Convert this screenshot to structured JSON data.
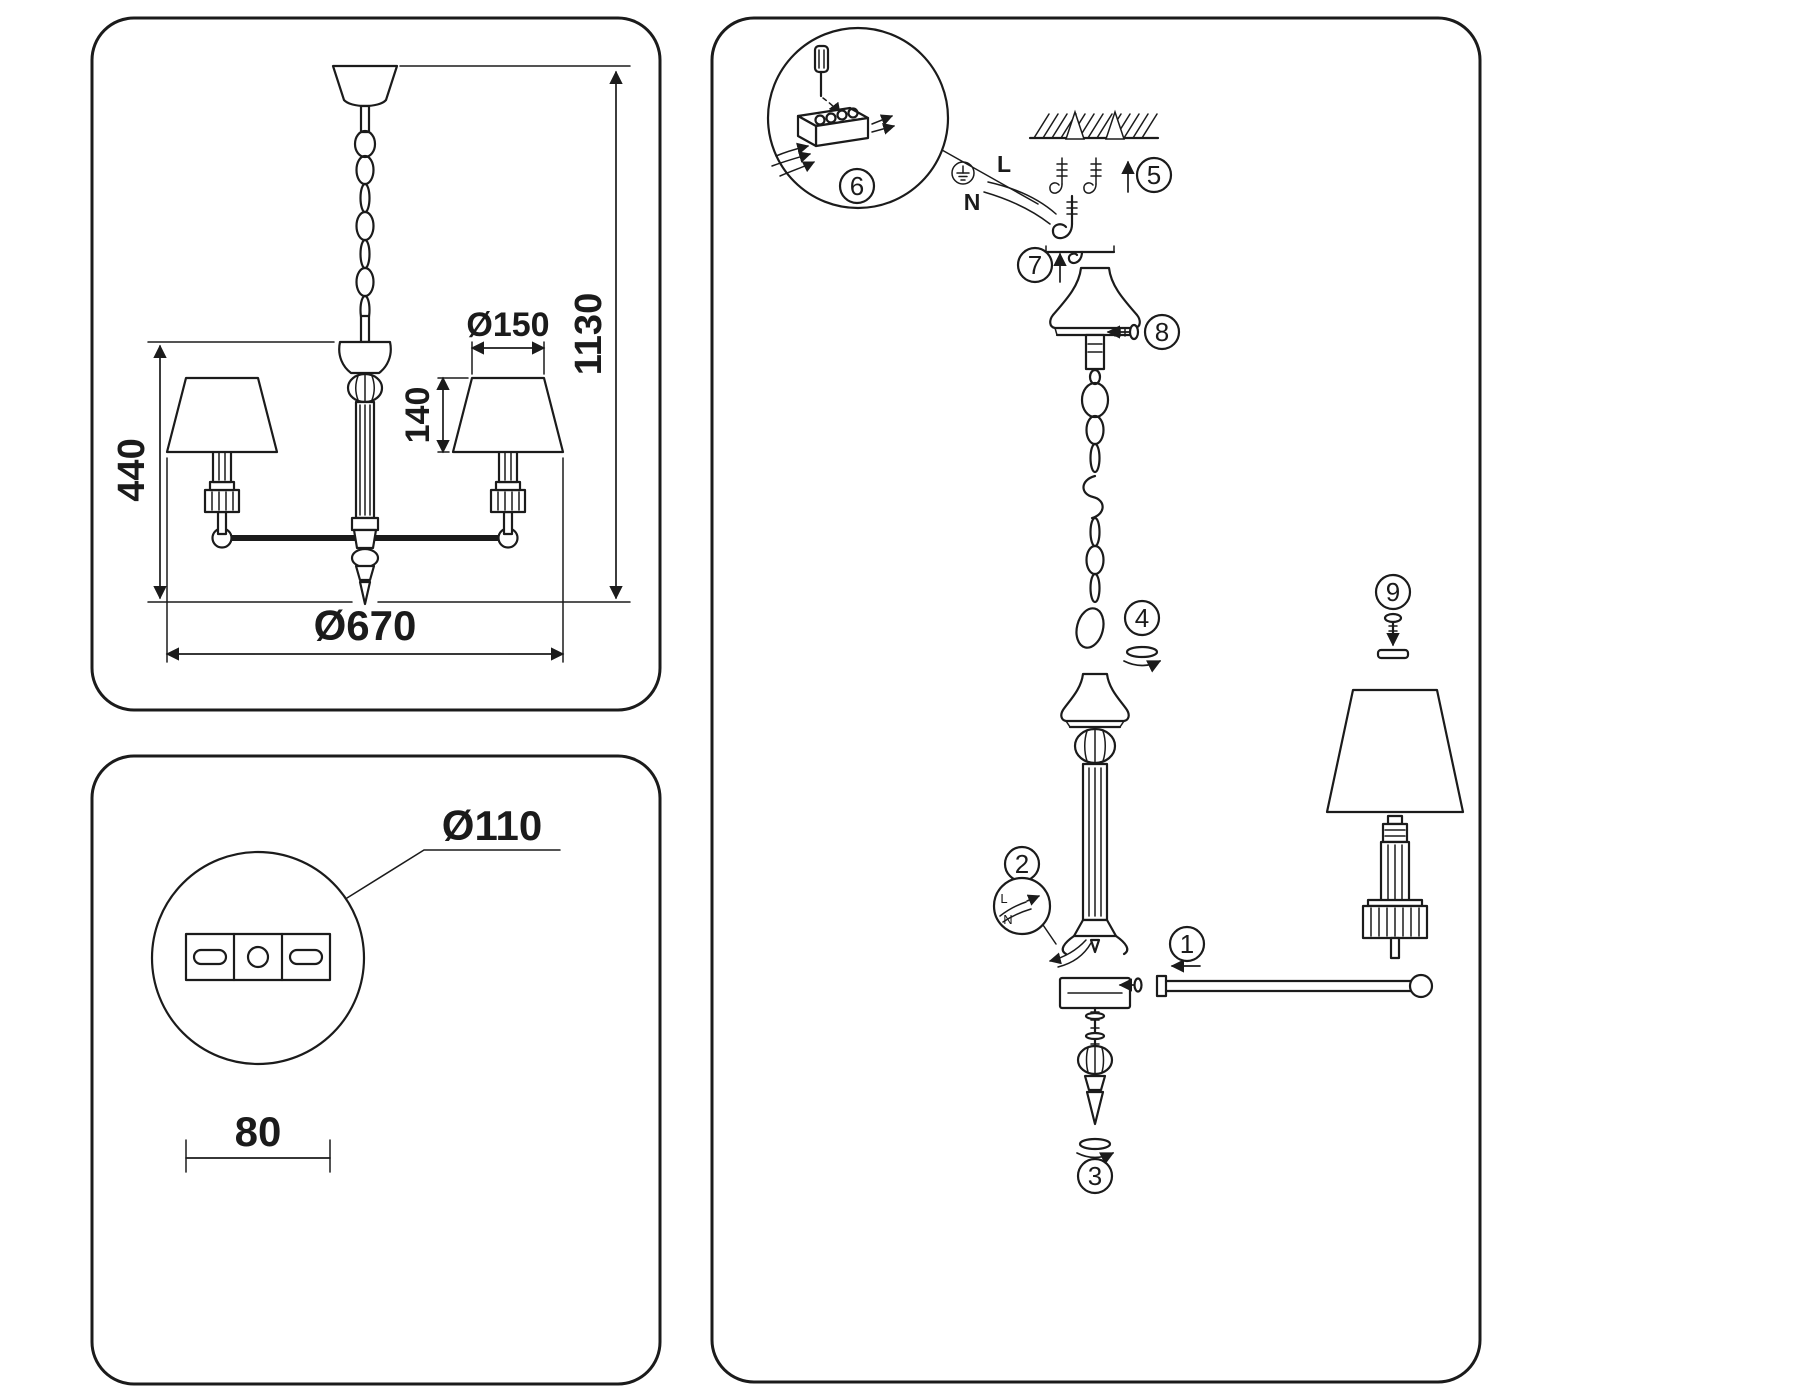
{
  "doc": {
    "bg": "#ffffff",
    "ink": "#1b1b1b"
  },
  "panel_front_view": {
    "dims": {
      "shade_top_diameter": "Ø150",
      "shade_height": "140",
      "overall_height": "1130",
      "body_drop_height": "440",
      "overall_diameter": "Ø670"
    }
  },
  "panel_canopy_detail": {
    "dims": {
      "plate_diameter": "Ø110",
      "slot_spacing": "80"
    }
  },
  "panel_assembly": {
    "steps": [
      "1",
      "2",
      "3",
      "4",
      "5",
      "6",
      "7",
      "8",
      "9"
    ],
    "wiring": {
      "live": "L",
      "neutral": "N"
    },
    "wiring_detail": {
      "live": "L",
      "neutral": "N"
    }
  }
}
